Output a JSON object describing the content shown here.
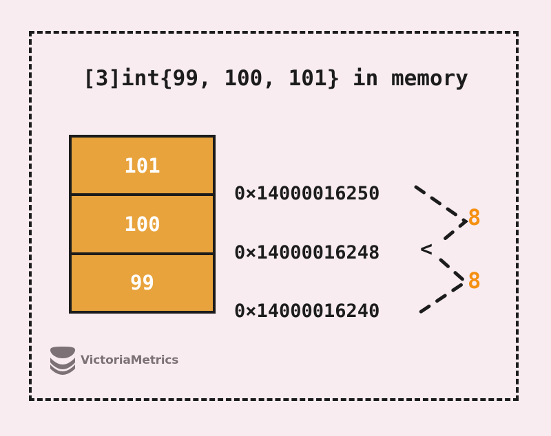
{
  "diagram": {
    "title": "[3]int{99, 100, 101} in memory",
    "background_color": "#f8ecf1",
    "frame_color": "#1c1c1c",
    "cell_fill_color": "#e8a33d",
    "cell_text_color": "#ffffff",
    "gap_label_color": "#f59011"
  },
  "memory": {
    "cells": [
      {
        "value": "101",
        "address": "0×14000016250"
      },
      {
        "value": "100",
        "address": "0×14000016248"
      },
      {
        "value": "99",
        "address": "0×14000016240"
      }
    ],
    "addresses": [
      "0×14000016250",
      "0×14000016248",
      "0×14000016240"
    ],
    "gap_labels": [
      "8",
      "8"
    ],
    "bracket_marker": "<"
  },
  "logo": {
    "text": "VictoriaMetrics",
    "icon": "victoriametrics-chevron-logo",
    "color": "#7c7275"
  }
}
